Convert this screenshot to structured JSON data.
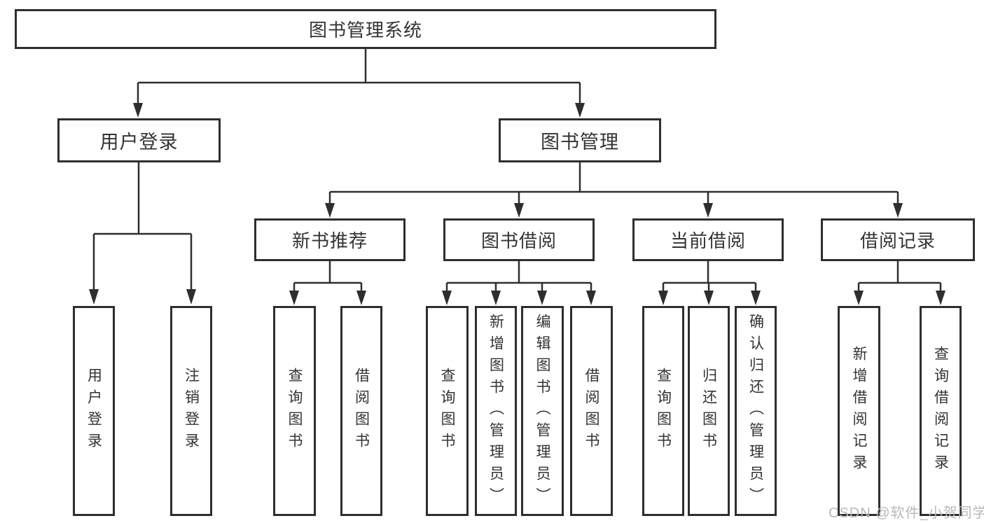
{
  "diagram": {
    "root": {
      "label": "图书管理系统"
    },
    "branches": [
      {
        "label": "用户登录",
        "children": [
          {
            "label": "用户登录"
          },
          {
            "label": "注销登录"
          }
        ]
      },
      {
        "label": "图书管理",
        "groups": [
          {
            "label": "新书推荐",
            "children": [
              {
                "label": "查询图书"
              },
              {
                "label": "借阅图书"
              }
            ]
          },
          {
            "label": "图书借阅",
            "children": [
              {
                "label": "查询图书"
              },
              {
                "label": "新增图书（管理员）"
              },
              {
                "label": "编辑图书（管理员）"
              },
              {
                "label": "借阅图书"
              }
            ]
          },
          {
            "label": "当前借阅",
            "children": [
              {
                "label": "查询图书"
              },
              {
                "label": "归还图书"
              },
              {
                "label": "确认归还（管理员）"
              }
            ]
          },
          {
            "label": "借阅记录",
            "children": [
              {
                "label": "新增借阅记录"
              },
              {
                "label": "查询借阅记录"
              }
            ]
          }
        ]
      }
    ]
  },
  "watermark": {
    "text": "CSDN @软件_小贺同学"
  },
  "colors": {
    "line": "#2e2e2e",
    "text": "#333333",
    "watermark": "#b9b9b9",
    "background": "#ffffff"
  }
}
